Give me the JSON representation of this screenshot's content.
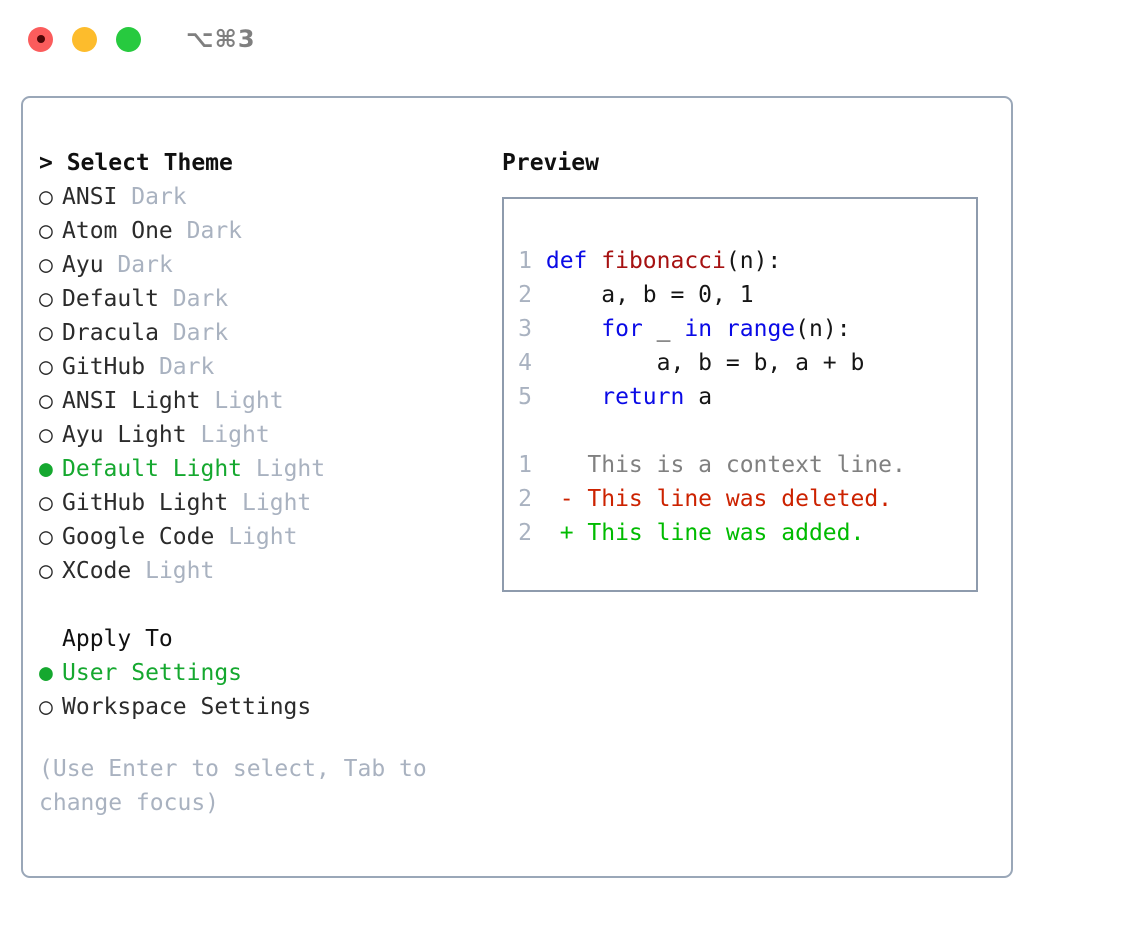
{
  "window": {
    "shortcut": "⌥⌘3",
    "traffic_lights": [
      {
        "name": "close-button",
        "color": "#fb5c5c"
      },
      {
        "name": "minimize-button",
        "color": "#fdbc2c"
      },
      {
        "name": "maximize-button",
        "color": "#27ca3f"
      }
    ]
  },
  "theme_panel": {
    "heading": "> Select Theme",
    "bullet_selected": "●",
    "bullet_unselected": "○",
    "items": [
      {
        "name": "ANSI",
        "tag": "Dark",
        "selected": false
      },
      {
        "name": "Atom One",
        "tag": "Dark",
        "selected": false
      },
      {
        "name": "Ayu",
        "tag": "Dark",
        "selected": false
      },
      {
        "name": "Default",
        "tag": "Dark",
        "selected": false
      },
      {
        "name": "Dracula",
        "tag": "Dark",
        "selected": false
      },
      {
        "name": "GitHub",
        "tag": "Dark",
        "selected": false
      },
      {
        "name": "ANSI Light",
        "tag": "Light",
        "selected": false
      },
      {
        "name": "Ayu Light",
        "tag": "Light",
        "selected": false
      },
      {
        "name": "Default Light",
        "tag": "Light",
        "selected": true
      },
      {
        "name": "GitHub Light",
        "tag": "Light",
        "selected": false
      },
      {
        "name": "Google Code",
        "tag": "Light",
        "selected": false
      },
      {
        "name": "XCode",
        "tag": "Light",
        "selected": false
      }
    ]
  },
  "apply_to": {
    "heading": "Apply To",
    "items": [
      {
        "name": "User Settings",
        "selected": true
      },
      {
        "name": "Workspace Settings",
        "selected": false
      }
    ]
  },
  "hint": "(Use Enter to select, Tab to change focus)",
  "preview": {
    "title": "Preview",
    "code_lines": [
      {
        "num": "1",
        "segments": [
          {
            "t": "def ",
            "c": "kw"
          },
          {
            "t": "fibonacci",
            "c": "fn"
          },
          {
            "t": "(n):",
            "c": "plain"
          }
        ]
      },
      {
        "num": "2",
        "segments": [
          {
            "t": "    a, b = 0, 1",
            "c": "plain"
          }
        ]
      },
      {
        "num": "3",
        "segments": [
          {
            "t": "    ",
            "c": "plain"
          },
          {
            "t": "for",
            "c": "kw"
          },
          {
            "t": " _ ",
            "c": "plain"
          },
          {
            "t": "in",
            "c": "kw"
          },
          {
            "t": " ",
            "c": "plain"
          },
          {
            "t": "range",
            "c": "kw"
          },
          {
            "t": "(n):",
            "c": "plain"
          }
        ]
      },
      {
        "num": "4",
        "segments": [
          {
            "t": "        a, b = b, a + b",
            "c": "plain"
          }
        ]
      },
      {
        "num": "5",
        "segments": [
          {
            "t": "    ",
            "c": "plain"
          },
          {
            "t": "return",
            "c": "kw"
          },
          {
            "t": " a",
            "c": "plain"
          }
        ]
      }
    ],
    "diff_lines": [
      {
        "num": "1",
        "marker": "  ",
        "text": "This is a context line.",
        "c": "ctx"
      },
      {
        "num": "2",
        "marker": "- ",
        "text": "This line was deleted.",
        "c": "del"
      },
      {
        "num": "2",
        "marker": "+ ",
        "text": "This line was added.",
        "c": "add"
      }
    ]
  },
  "colors": {
    "border": "#9aa7b8",
    "preview_border": "#8e9bad",
    "muted": "#a9b2c0",
    "selected_green": "#15a82f",
    "keyword_blue": "#0a0ae6",
    "function_red": "#a61111",
    "diff_add": "#00bb00",
    "diff_del": "#cc2200",
    "context_gray": "#808080"
  }
}
